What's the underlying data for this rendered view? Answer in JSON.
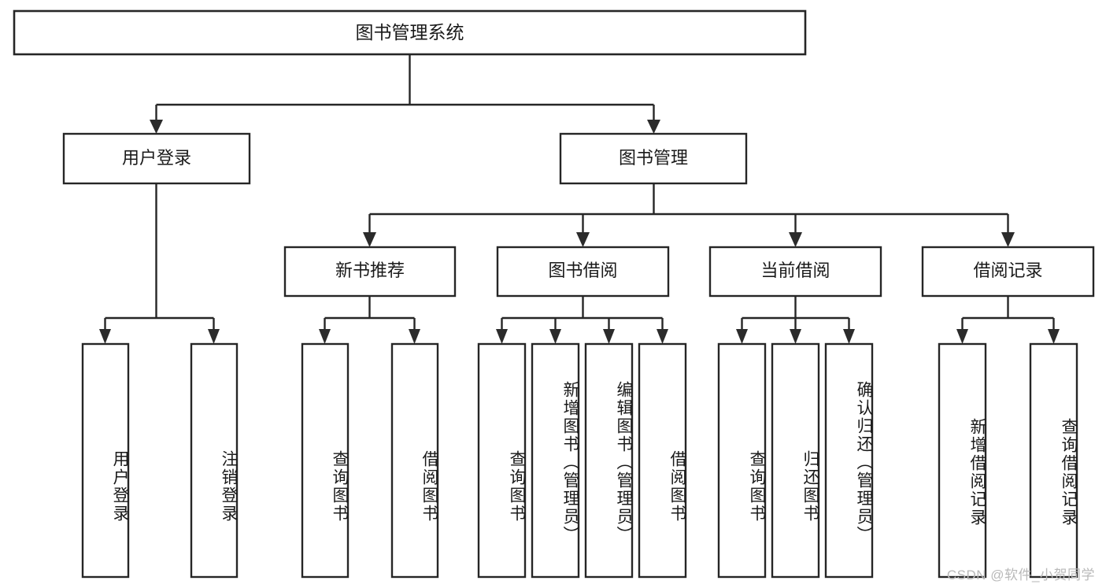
{
  "diagram": {
    "title": "图书管理系统",
    "type": "tree-hierarchy",
    "root": {
      "label": "图书管理系统"
    },
    "level2": [
      {
        "label": "用户登录"
      },
      {
        "label": "图书管理"
      }
    ],
    "level3": [
      {
        "label": "新书推荐"
      },
      {
        "label": "图书借阅"
      },
      {
        "label": "当前借阅"
      },
      {
        "label": "借阅记录"
      }
    ],
    "leaves": {
      "user_login": [
        {
          "label": "用户登录"
        },
        {
          "label": "注销登录"
        }
      ],
      "new_book_recommend": [
        {
          "label": "查询图书"
        },
        {
          "label": "借阅图书"
        }
      ],
      "book_borrow": [
        {
          "label": "查询图书"
        },
        {
          "label": "新增图书（管理员）"
        },
        {
          "label": "编辑图书（管理员）"
        },
        {
          "label": "借阅图书"
        }
      ],
      "current_borrow": [
        {
          "label": "查询图书"
        },
        {
          "label": "归还图书"
        },
        {
          "label": "确认归还（管理员）"
        }
      ],
      "borrow_record": [
        {
          "label": "新增借阅记录"
        },
        {
          "label": "查询借阅记录"
        }
      ]
    },
    "watermark": "CSDN @软件_小贺同学",
    "colors": {
      "stroke": "#262626",
      "fill": "#ffffff",
      "text": "#1a1a1a",
      "watermark": "#b9b9b9"
    }
  }
}
